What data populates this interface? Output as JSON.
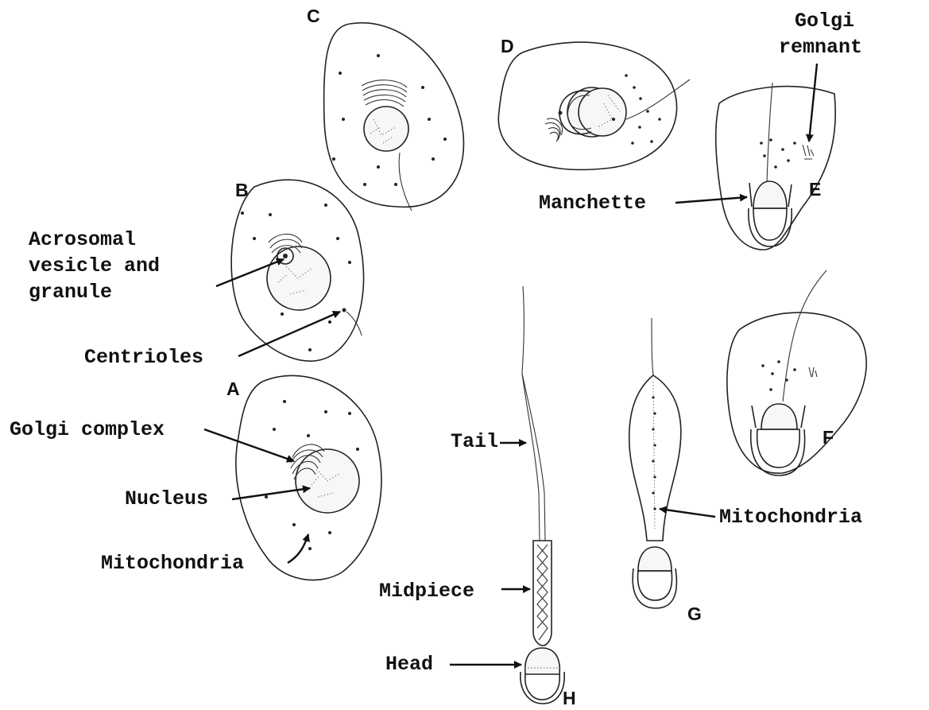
{
  "stages": {
    "A": "A",
    "B": "B",
    "C": "C",
    "D": "D",
    "E": "E",
    "F": "F",
    "G": "G",
    "H": "H"
  },
  "labels": {
    "acrosomal_line1": "Acrosomal",
    "acrosomal_line2": "vesicle and",
    "acrosomal_line3": "granule",
    "centrioles": "Centrioles",
    "golgi_complex": "Golgi complex",
    "nucleus": "Nucleus",
    "mitochondria_a": "Mitochondria",
    "golgi_remnant_line1": "Golgi",
    "golgi_remnant_line2": "remnant",
    "manchette": "Manchette",
    "tail": "Tail",
    "midpiece": "Midpiece",
    "head": "Head",
    "mitochondria_g": "Mitochondria"
  }
}
